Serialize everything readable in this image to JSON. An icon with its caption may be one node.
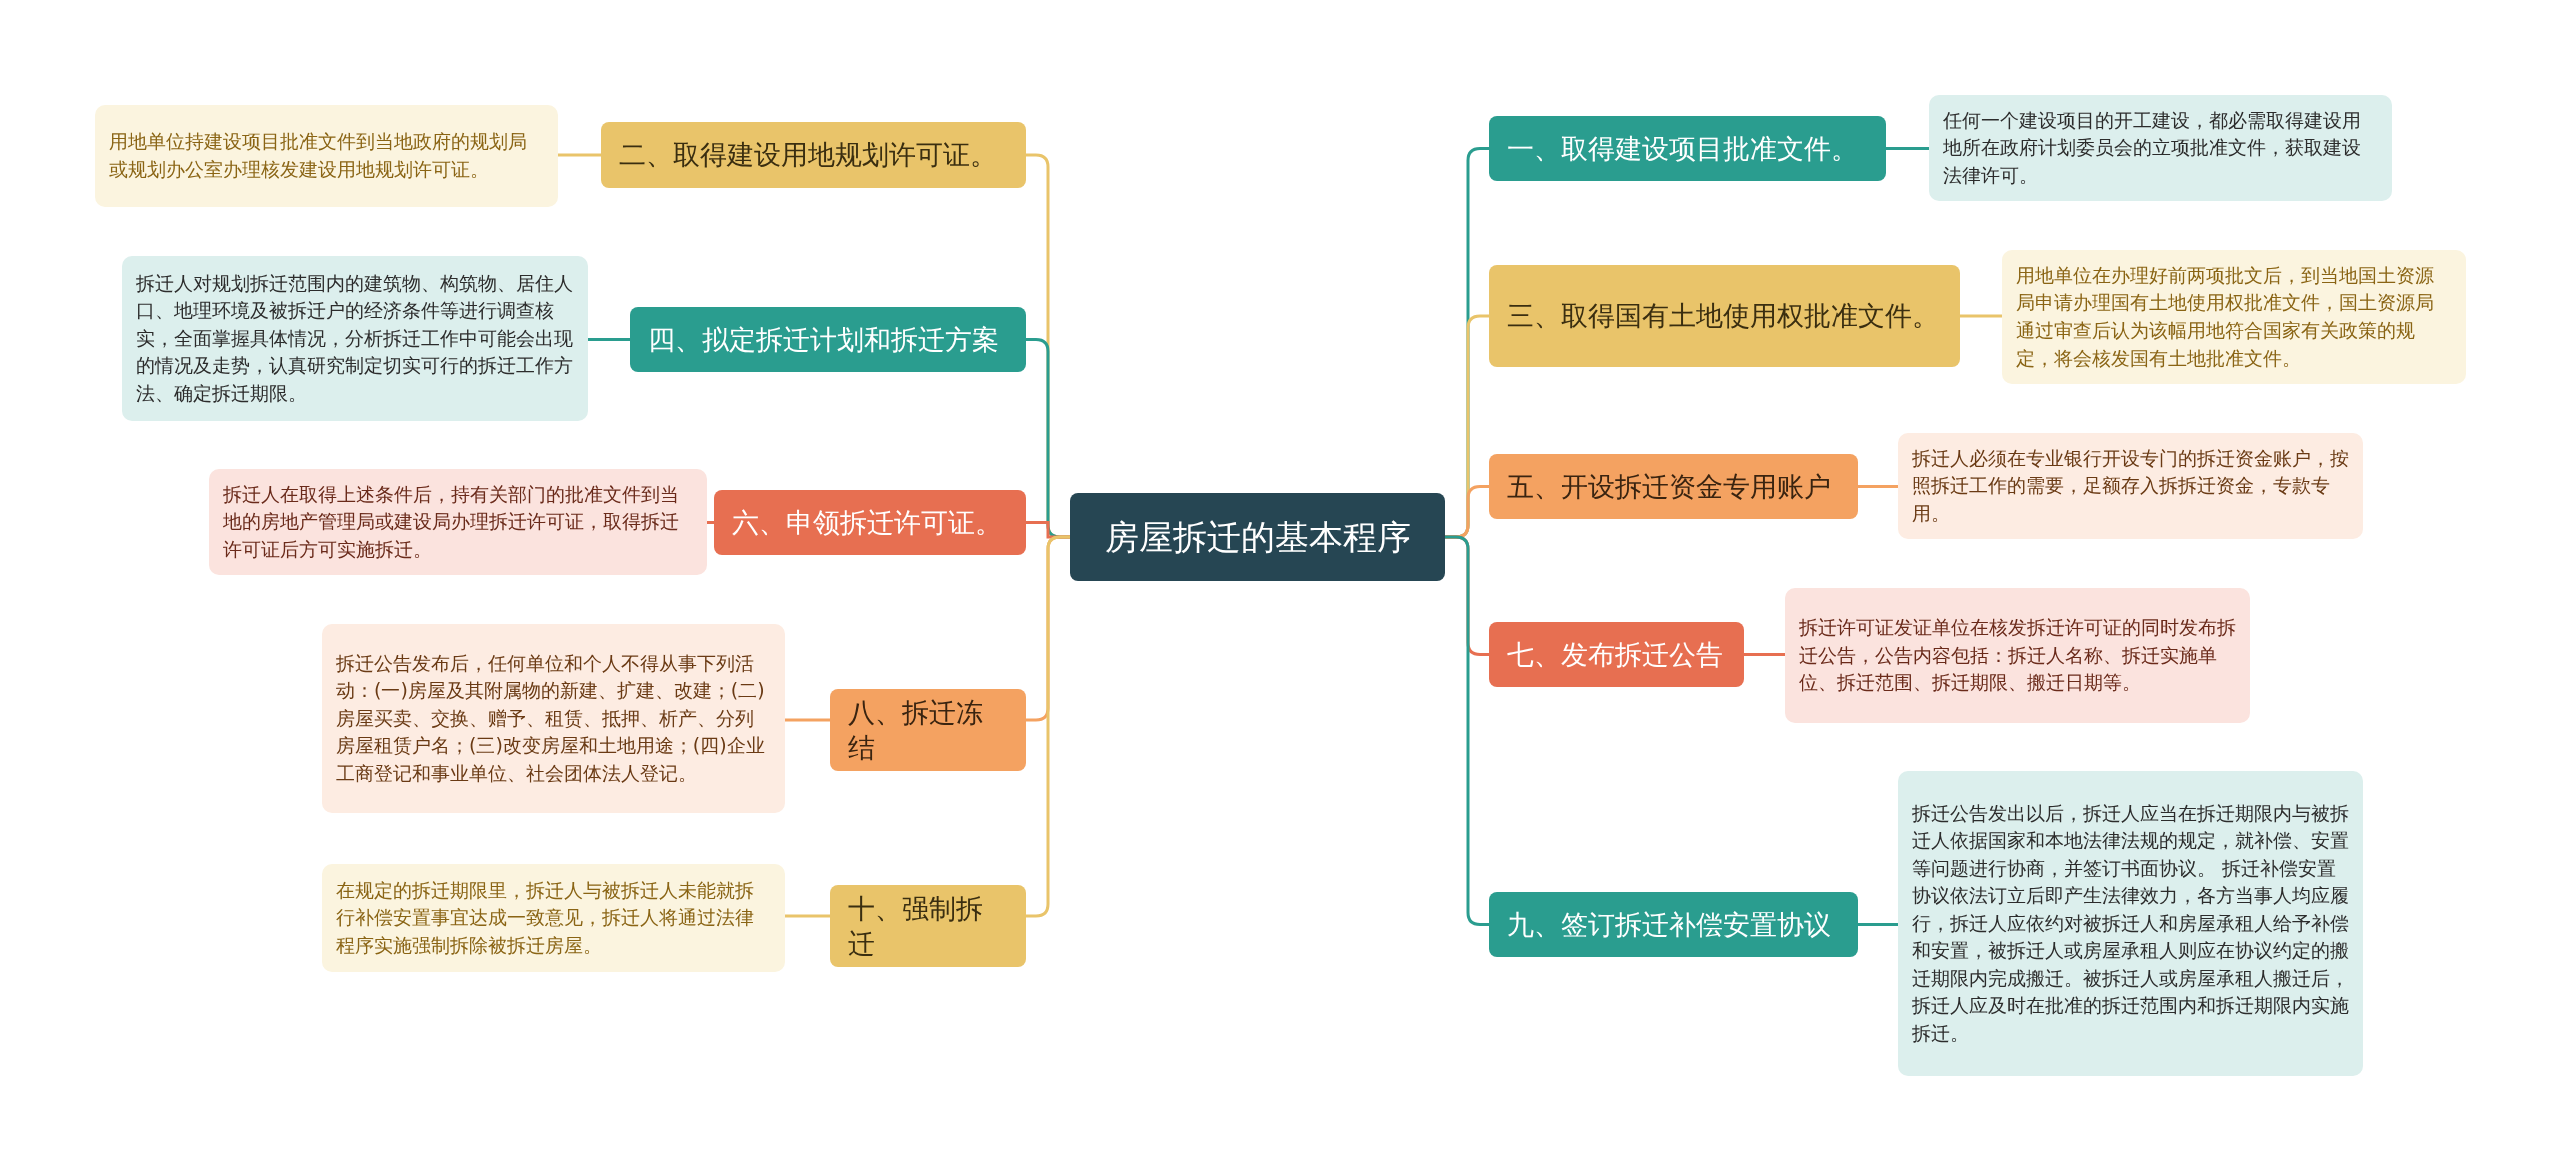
{
  "diagram": {
    "nodes": [
      {
        "text": [
          "房屋拆迁的基本程序"
        ]
      },
      {
        "text": [
          "二、取得建设用地规划许可证。"
        ]
      },
      {
        "text": [
          "用地单位持建设项目批准文件到当地政府的规划局或规划办公室办理核发建设用地规划许可证。"
        ]
      },
      {
        "text": [
          "四、拟定拆迁计划和拆迁方案"
        ]
      },
      {
        "text": [
          "拆迁人对规划拆迁范围内的建筑物、构筑物、居住人口、地理环境及被拆迁户的经济条件等进行调查核实，全面掌握具体情况，分析拆迁工作中可能会出现的情况及走势，认真研究制定切实可行的拆迁工作方法、确定拆迁期限。"
        ]
      },
      {
        "text": [
          "六、申领拆迁许可证。"
        ]
      },
      {
        "text": [
          "拆迁人在取得上述条件后，持有关部门的批准文件到当地的房地产管理局或建设局办理拆迁许可证，取得拆迁许可证后方可实施拆迁。"
        ]
      },
      {
        "text": [
          "八、拆迁冻结"
        ]
      },
      {
        "text": [
          "拆迁公告发布后，任何单位和个人不得从事下列活动：(一)房屋及其附属物的新建、扩建、改建；(二)房屋买卖、交换、赠予、租赁、抵押、析产、分列房屋租赁户名；(三)改变房屋和土地用途；(四)企业工商登记和事业单位、社会团体法人登记。"
        ]
      },
      {
        "text": [
          "十、强制拆迁"
        ]
      },
      {
        "text": [
          "在规定的拆迁期限里，拆迁人与被拆迁人未能就拆行补偿安置事宜达成一致意见，拆迁人将通过法律程序实施强制拆除被拆迁房屋。"
        ]
      },
      {
        "text": [
          "一、取得建设项目批准文件。"
        ]
      },
      {
        "text": [
          "任何一个建设项目的开工建设，都必需取得建设用地所在政府计划委员会的立项批准文件，获取建设法律许可。"
        ]
      },
      {
        "text": [
          "三、取得国有土地使用权批准文件。"
        ]
      },
      {
        "text": [
          "用地单位在办理好前两项批文后，到当地国土资源局申请办理国有土地使用权批准文件，国土资源局通过审查后认为该幅用地符合国家有关政策的规定，将会核发国有土地批准文件。"
        ]
      },
      {
        "text": [
          "五、开设拆迁资金专用账户"
        ]
      },
      {
        "text": [
          "拆迁人必须在专业银行开设专门的拆迁资金账户，按照拆迁工作的需要，足额存入拆拆迁资金，专款专用。"
        ]
      },
      {
        "text": [
          "七、发布拆迁公告"
        ]
      },
      {
        "text": [
          "拆迁许可证发证单位在核发拆迁许可证的同时发布拆迁公告，公告内容包括：拆迁人名称、拆迁实施单位、拆迁范围、拆迁期限、搬迁日期等。"
        ]
      },
      {
        "text": [
          "九、签订拆迁补偿安置协议"
        ]
      },
      {
        "text": [
          "拆迁公告发出以后，拆迁人应当在拆迁期限内与被拆迁人依据国家和本地法律法规的规定，就补偿、安置等问题进行协商，并签订书面协议。 拆迁补偿安置协议依法订立后即产生法律效力，各方当事人均应履行，拆迁人应依约对被拆迁人和房屋承租人给予补偿和安置，被拆迁人或房屋承租人则应在协议约定的搬迁期限内完成搬迁。被拆迁人或房屋承租人搬迁后，拆迁人应及时在批准的拆迁范围内和拆迁期限内实施拆迁。"
        ]
      }
    ],
    "edges": [
      {
        "from": 0,
        "to": 1,
        "arrow": "none",
        "color": "#e9c46a"
      },
      {
        "from": 1,
        "to": 2,
        "arrow": "none",
        "color": "#e9c46a"
      },
      {
        "from": 0,
        "to": 3,
        "arrow": "none",
        "color": "#2a9d8f"
      },
      {
        "from": 3,
        "to": 4,
        "arrow": "none",
        "color": "#2a9d8f"
      },
      {
        "from": 0,
        "to": 5,
        "arrow": "none",
        "color": "#e76f51"
      },
      {
        "from": 5,
        "to": 6,
        "arrow": "none",
        "color": "#e76f51"
      },
      {
        "from": 0,
        "to": 7,
        "arrow": "none",
        "color": "#f4a261"
      },
      {
        "from": 7,
        "to": 8,
        "arrow": "none",
        "color": "#f4a261"
      },
      {
        "from": 0,
        "to": 9,
        "arrow": "none",
        "color": "#e9c46a"
      },
      {
        "from": 9,
        "to": 10,
        "arrow": "none",
        "color": "#e9c46a"
      },
      {
        "from": 0,
        "to": 11,
        "arrow": "none",
        "color": "#2a9d8f"
      },
      {
        "from": 11,
        "to": 12,
        "arrow": "none",
        "color": "#2a9d8f"
      },
      {
        "from": 0,
        "to": 13,
        "arrow": "none",
        "color": "#e9c46a"
      },
      {
        "from": 13,
        "to": 14,
        "arrow": "none",
        "color": "#e9c46a"
      },
      {
        "from": 0,
        "to": 15,
        "arrow": "none",
        "color": "#f4a261"
      },
      {
        "from": 15,
        "to": 16,
        "arrow": "none",
        "color": "#f4a261"
      },
      {
        "from": 0,
        "to": 17,
        "arrow": "none",
        "color": "#e76f51"
      },
      {
        "from": 17,
        "to": 18,
        "arrow": "none",
        "color": "#e76f51"
      },
      {
        "from": 0,
        "to": 19,
        "arrow": "none",
        "color": "#2a9d8f"
      },
      {
        "from": 19,
        "to": 20,
        "arrow": "none",
        "color": "#2a9d8f"
      }
    ]
  }
}
